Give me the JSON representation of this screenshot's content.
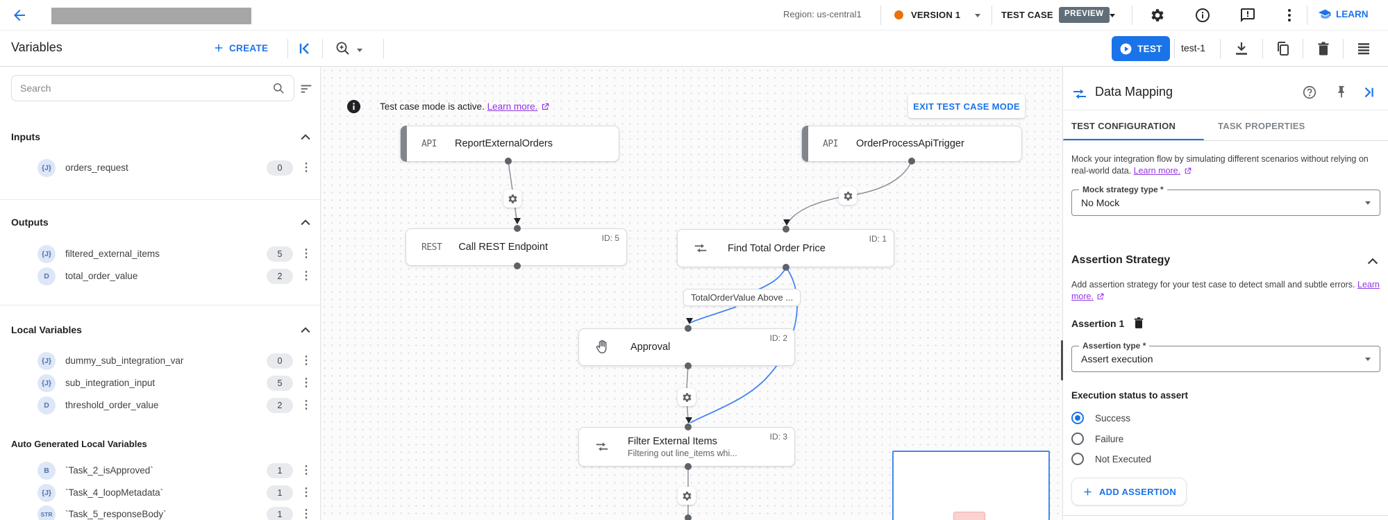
{
  "topbar": {
    "region": "Region: us-central1",
    "version": "VERSION 1",
    "test_case": "TEST CASE",
    "preview": "PREVIEW",
    "learn": "LEARN"
  },
  "toolbar": {
    "title": "Variables",
    "create": "CREATE",
    "test_button": "TEST",
    "test_case_name": "test-1"
  },
  "variables_panel": {
    "search_placeholder": "Search",
    "groups": [
      {
        "label": "Inputs",
        "items": [
          {
            "type": "{J}",
            "name": "orders_request",
            "count": "0"
          }
        ]
      },
      {
        "label": "Outputs",
        "items": [
          {
            "type": "{J}",
            "name": "filtered_external_items",
            "count": "5"
          },
          {
            "type": "D",
            "name": "total_order_value",
            "count": "2"
          }
        ]
      },
      {
        "label": "Local Variables",
        "items": [
          {
            "type": "{J}",
            "name": "dummy_sub_integration_var",
            "count": "0"
          },
          {
            "type": "{J}",
            "name": "sub_integration_input",
            "count": "5"
          },
          {
            "type": "D",
            "name": "threshold_order_value",
            "count": "2"
          }
        ]
      },
      {
        "label": "Auto Generated Local Variables",
        "items": [
          {
            "type": "B",
            "name": "`Task_2_isApproved`",
            "count": "1"
          },
          {
            "type": "{J}",
            "name": "`Task_4_loopMetadata`",
            "count": "1"
          },
          {
            "type": "STR",
            "name": "`Task_5_responseBody`",
            "count": "1"
          }
        ]
      }
    ]
  },
  "canvas": {
    "banner": {
      "text": "Test case mode is active.",
      "link": "Learn more.",
      "exit_button": "EXIT TEST CASE MODE"
    },
    "nodes": {
      "report": {
        "type": "API",
        "title": "ReportExternalOrders"
      },
      "trigger": {
        "type": "API",
        "title": "OrderProcessApiTrigger"
      },
      "rest": {
        "type": "REST",
        "title": "Call REST Endpoint",
        "id": "ID: 5"
      },
      "find_total": {
        "title": "Find Total Order Price",
        "id": "ID: 1"
      },
      "approval": {
        "title": "Approval",
        "id": "ID: 2"
      },
      "filter": {
        "title": "Filter External Items",
        "id": "ID: 3",
        "subtitle": "Filtering out line_items whi..."
      }
    },
    "edge_label": "TotalOrderValue Above ..."
  },
  "right_panel": {
    "title": "Data Mapping",
    "tabs": [
      {
        "label": "TEST CONFIGURATION"
      },
      {
        "label": "TASK PROPERTIES"
      }
    ],
    "mock_description": "Mock your integration flow by simulating different scenarios without relying on real-world data.",
    "mock_learn_more": "Learn more.",
    "mock_strategy_label": "Mock strategy type *",
    "mock_strategy_value": "No Mock",
    "assertion_section": {
      "title": "Assertion Strategy",
      "description": "Add assertion strategy for your test case to detect small and subtle errors.",
      "learn_more": "Learn more.",
      "item_title": "Assertion 1",
      "type_label": "Assertion type *",
      "type_value": "Assert execution",
      "status_label": "Execution status to assert",
      "options": [
        {
          "label": "Success"
        },
        {
          "label": "Failure"
        },
        {
          "label": "Not Executed"
        }
      ],
      "selected_option": "Success",
      "add_button": "ADD ASSERTION"
    }
  },
  "colors": {
    "accent": "#1a73e8",
    "link_purple": "#9334e6",
    "version_dot": "#e8710a",
    "edge_blue": "#4285f4"
  }
}
